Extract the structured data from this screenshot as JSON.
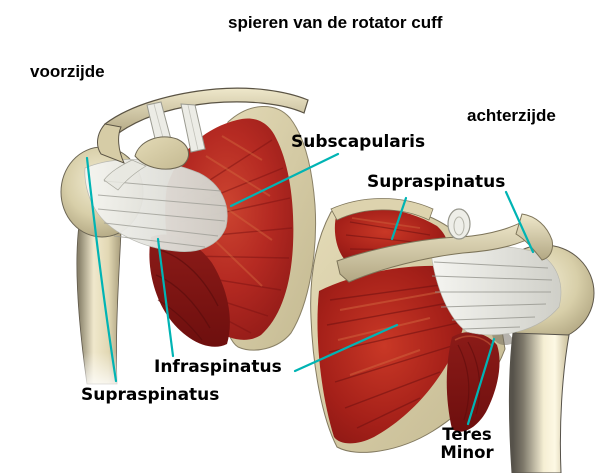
{
  "title": "spieren van de rotator cuff",
  "view_labels": {
    "front": "voorzijde",
    "back": "achterzijde"
  },
  "muscle_labels": {
    "subscapularis": "Subscapularis",
    "supraspinatus_back": "Supraspinatus",
    "infraspinatus": "Infraspinatus",
    "supraspinatus_front": "Supraspinatus",
    "teres_minor": "Teres Minor"
  },
  "colors": {
    "leader_line": "#00b4b4",
    "muscle_red": "#b52a22",
    "muscle_dark_red": "#7c1414",
    "bone_beige": "#d9d0a8",
    "tendon_gray": "#d9d9d3",
    "text": "#000000",
    "background": "#ffffff"
  }
}
